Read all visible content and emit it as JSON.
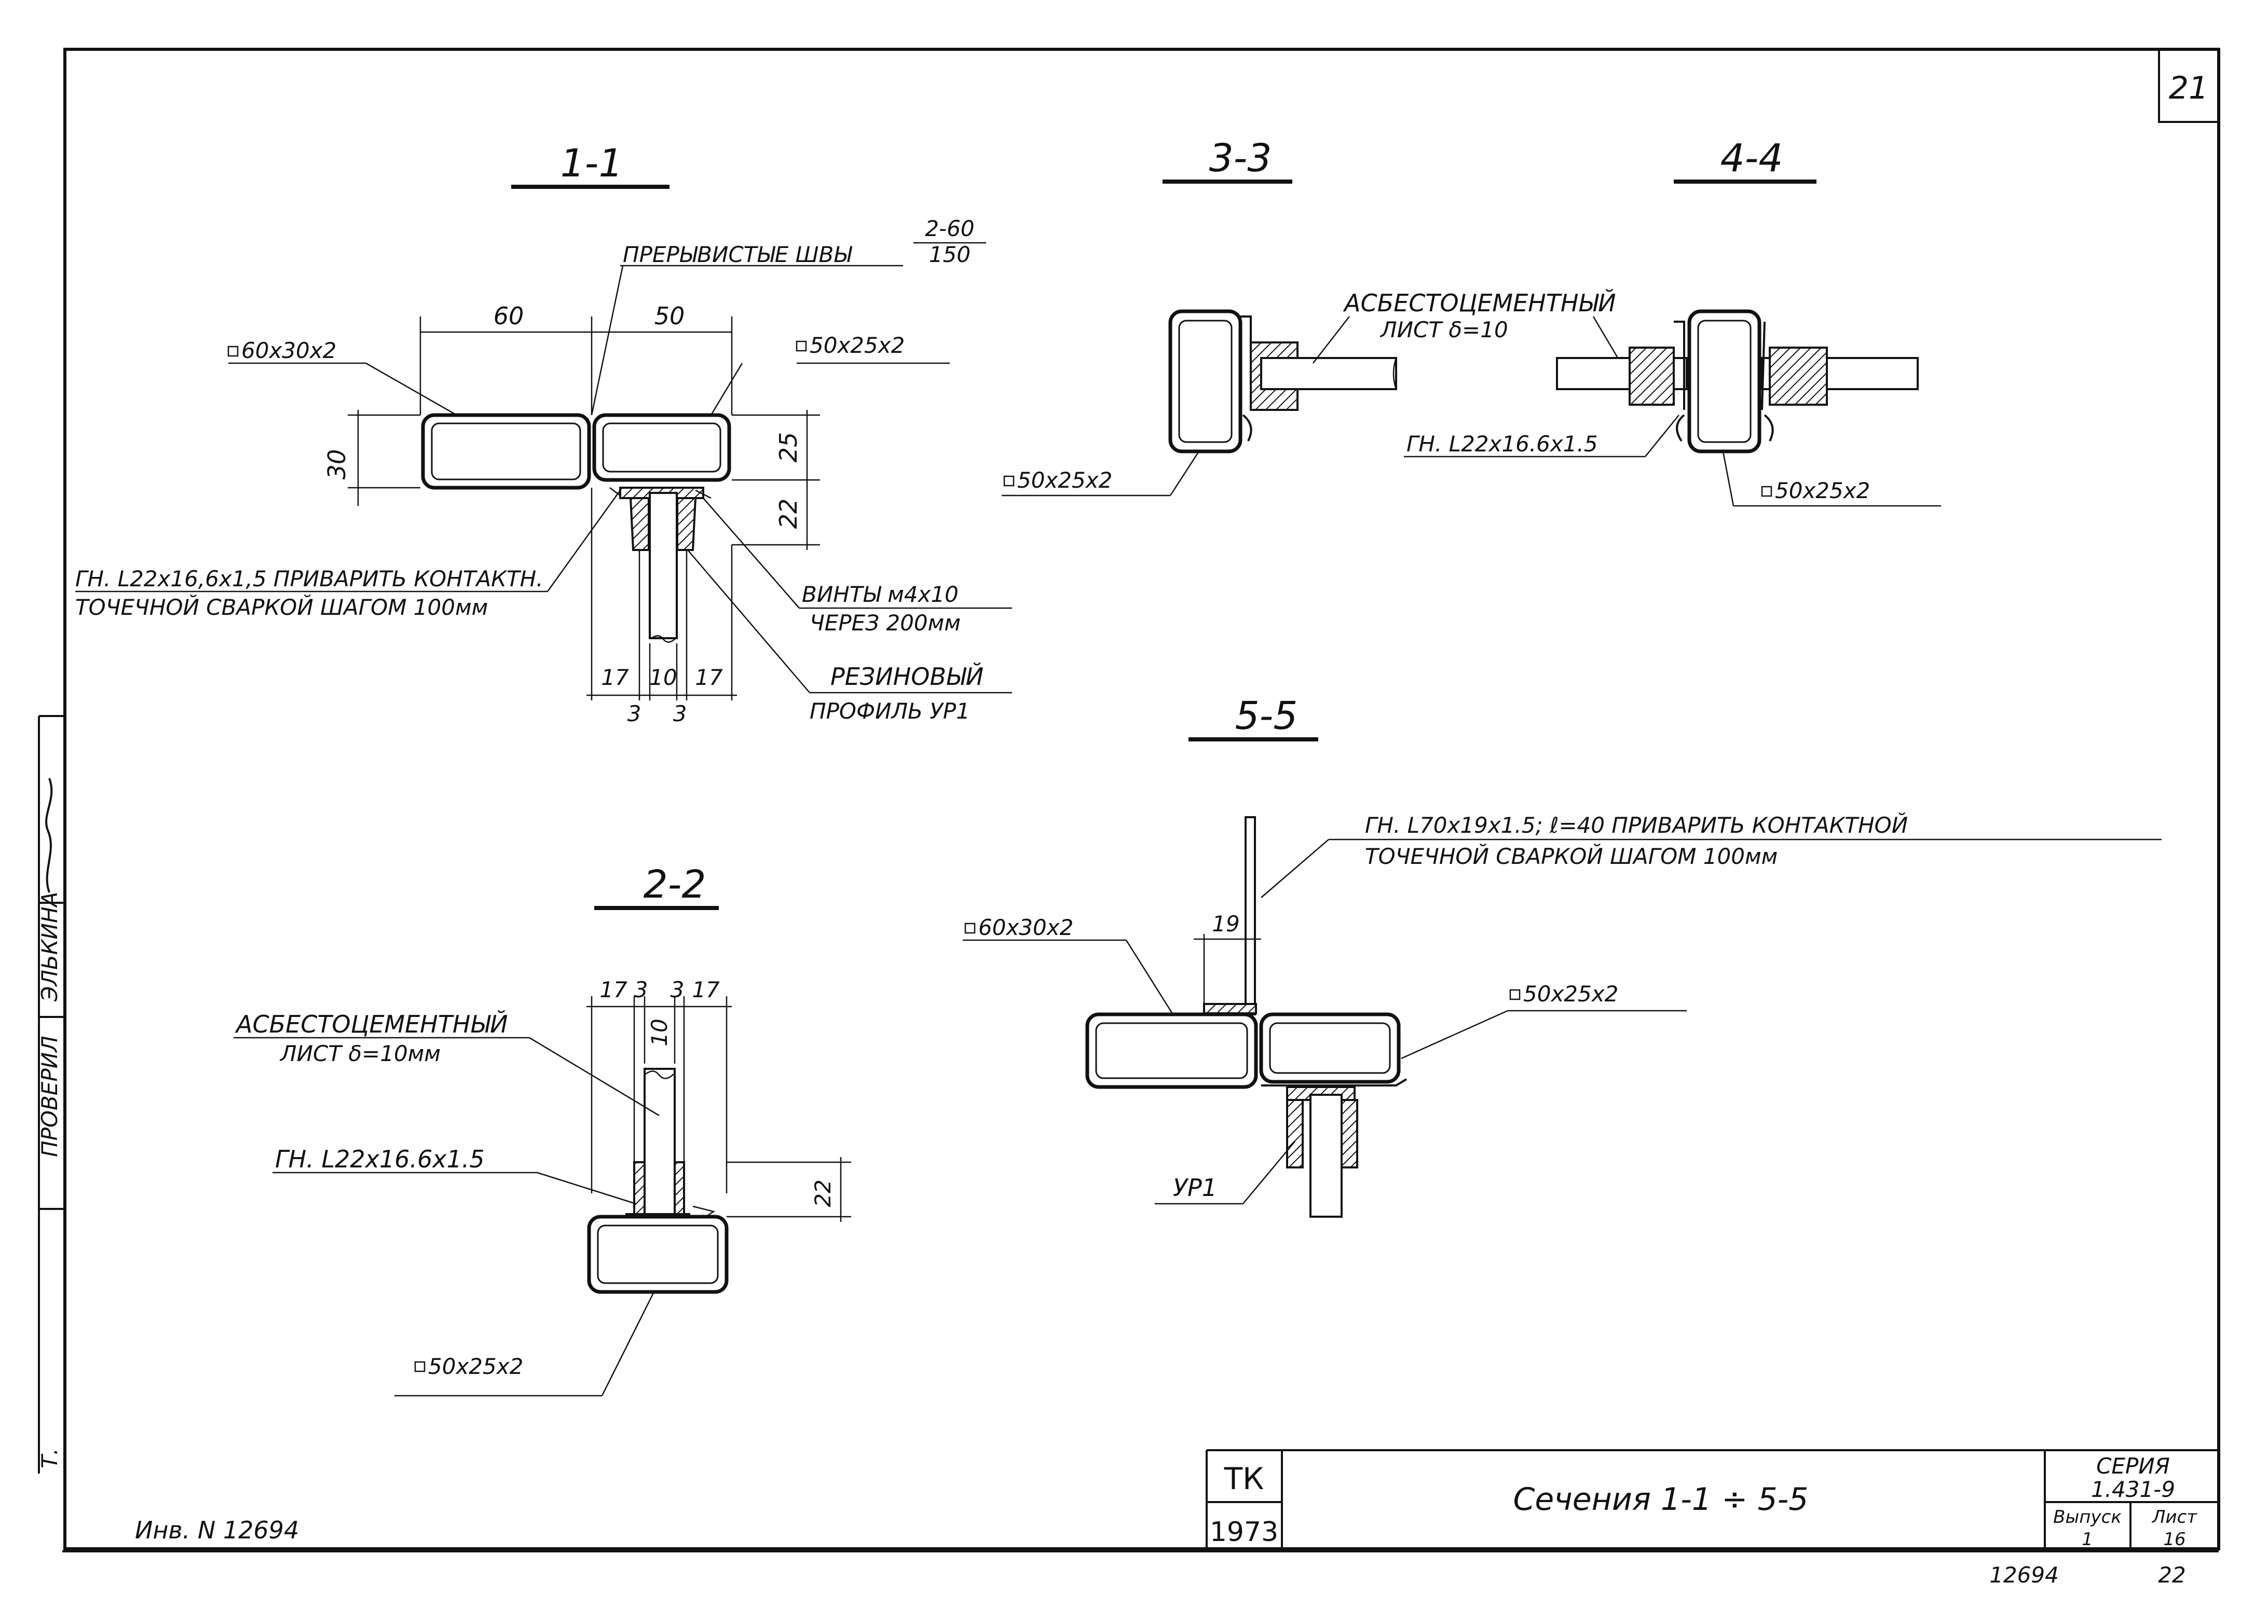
{
  "sheet_number": "21",
  "sections": {
    "s11": {
      "title": "1-1",
      "weld_note": "ПРЕРЫВИСТЫЕ ШВЫ",
      "weld_frac_num": "2-60",
      "weld_frac_den": "150",
      "dim_left_w": "60",
      "dim_right_w": "50",
      "dim_h30": "30",
      "dim_h25": "25",
      "dim_h22": "22",
      "dim_b17a": "17",
      "dim_b10": "10",
      "dim_b17b": "17",
      "dim_b3a": "3",
      "dim_b3b": "3",
      "tube_left": "60x30x2",
      "tube_right": "50x25x2",
      "angle_line1": "ГН. L22x16,6x1,5 ПРИВАРИТЬ КОНТАКТН.",
      "angle_line2": "ТОЧЕЧНОЙ СВАРКОЙ ШАГОМ 100мм",
      "screws_line1": "ВИНТЫ м4х10",
      "screws_line2": "ЧЕРЕЗ 200мм",
      "rubber_line1": "РЕЗИНОВЫЙ",
      "rubber_line2": "ПРОФИЛЬ УР1"
    },
    "s22": {
      "title": "2-2",
      "dim_t17a": "17",
      "dim_t3a": "3",
      "dim_t3b": "3",
      "dim_t17b": "17",
      "dim_t10": "10",
      "dim_h22": "22",
      "asb_line1": "АСБЕСТОЦЕМЕНТНЫЙ",
      "asb_line2": "ЛИСТ δ=10мм",
      "angle": "ГН. L22x16.6x1.5",
      "tube": "50x25x2"
    },
    "s33": {
      "title": "3-3",
      "tube": "50x25x2"
    },
    "s44": {
      "title": "4-4",
      "angle": "ГН. L22x16.6x1.5",
      "tube": "50x25x2"
    },
    "asb_shared_line1": "АСБЕСТОЦЕМЕНТНЫЙ",
    "asb_shared_line2": "ЛИСТ δ=10",
    "s55": {
      "title": "5-5",
      "note_line1": "ГН. L70x19x1.5; ℓ=40   ПРИВАРИТЬ КОНТАКТНОЙ",
      "note_line2": "ТОЧЕЧНОЙ СВАРКОЙ ШАГОМ 100мм",
      "dim19": "19",
      "tube_left": "60x30x2",
      "tube_right": "50x25x2",
      "profile": "УР1"
    }
  },
  "title_block": {
    "org": "ТК",
    "year": "1973",
    "title": "Сечения 1-1 ÷ 5-5",
    "series_label": "СЕРИЯ",
    "series_value": "1.431-9",
    "issue_label": "Выпуск",
    "issue_value": "1",
    "sheet_label": "Лист",
    "sheet_value": "16"
  },
  "inventory": "Инв. N 12694",
  "bottom_left_num": "12694",
  "bottom_right_num": "22",
  "margin_stamp": {
    "checked": "ПРОВЕРИЛ",
    "name": "ЭЛЬКИНА",
    "designer": "Т."
  }
}
